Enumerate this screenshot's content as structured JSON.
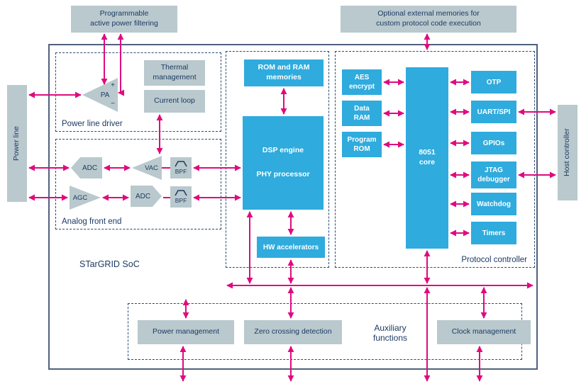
{
  "colors": {
    "blue": "#2fabdd",
    "gray": "#b9c9cd",
    "magenta": "#e00a7e",
    "navy": "#1d3a63"
  },
  "external": {
    "power_filtering": "Programmable\nactive power filtering",
    "optional_memories": "Optional external memories for\ncustom protocol code execution",
    "power_line": "Power line",
    "host_controller": "Host controller"
  },
  "soc": {
    "title": "STarGRID SoC",
    "power_line_driver": {
      "label": "Power line driver",
      "pa": "PA",
      "plus": "+",
      "minus": "−",
      "thermal": "Thermal\nmanagement",
      "current_loop": "Current loop"
    },
    "analog_front_end": {
      "label": "Analog front end",
      "adc_top": "ADC",
      "vac": "VAC",
      "bpf_top": "BPF",
      "agc": "AGC",
      "adc_bottom": "ADC",
      "bpf_bottom": "BPF"
    },
    "phy": {
      "rom_ram": "ROM and RAM\nmemories",
      "dsp_engine": "DSP engine",
      "phy_processor": "PHY processor",
      "hw_accelerators": "HW accelerators"
    },
    "protocol": {
      "label": "Protocol controller",
      "aes": "AES\nencrypt",
      "data_ram": "Data\nRAM",
      "program_rom": "Program\nROM",
      "core": "8051\ncore",
      "peripherals": [
        "OTP",
        "UART/SPI",
        "GPIOs",
        "JTAG\ndebugger",
        "Watchdog",
        "Timers"
      ]
    },
    "aux": {
      "label": "Auxiliary\nfunctions",
      "power_management": "Power management",
      "zero_crossing": "Zero crossing detection",
      "clock_management": "Clock management"
    }
  }
}
